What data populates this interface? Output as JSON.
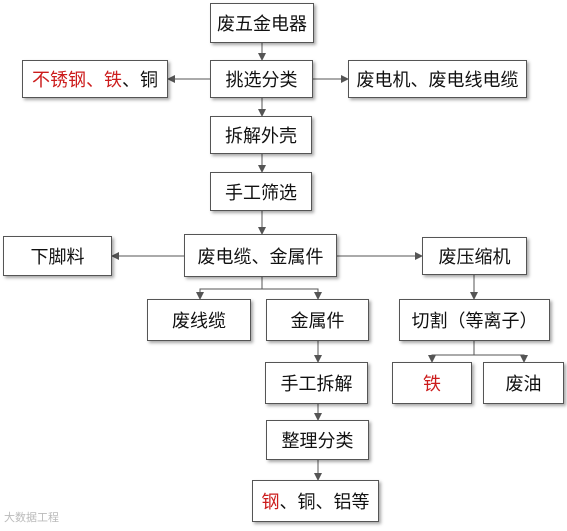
{
  "nodes": {
    "waste_appliances": "废五金电器",
    "sort": "挑选分类",
    "left_out": {
      "red1": "不锈钢、铁",
      "sep": "、",
      "black": "铜"
    },
    "right_out": "废电机、废电线电缆",
    "disassemble_shell": "拆解外壳",
    "manual_screen": "手工筛选",
    "scrap": "下脚料",
    "cable_metal": "废电缆、金属件",
    "compressor": "废压缩机",
    "waste_wire": "废线缆",
    "metal_parts": "金属件",
    "cutting": "切割（等离子）",
    "manual_disassemble": "手工拆解",
    "iron": "铁",
    "waste_oil": "废油",
    "tidy_sort": "整理分类",
    "final": {
      "red": "钢",
      "black": "、铜、铝等"
    }
  },
  "watermark": "大数据工程"
}
